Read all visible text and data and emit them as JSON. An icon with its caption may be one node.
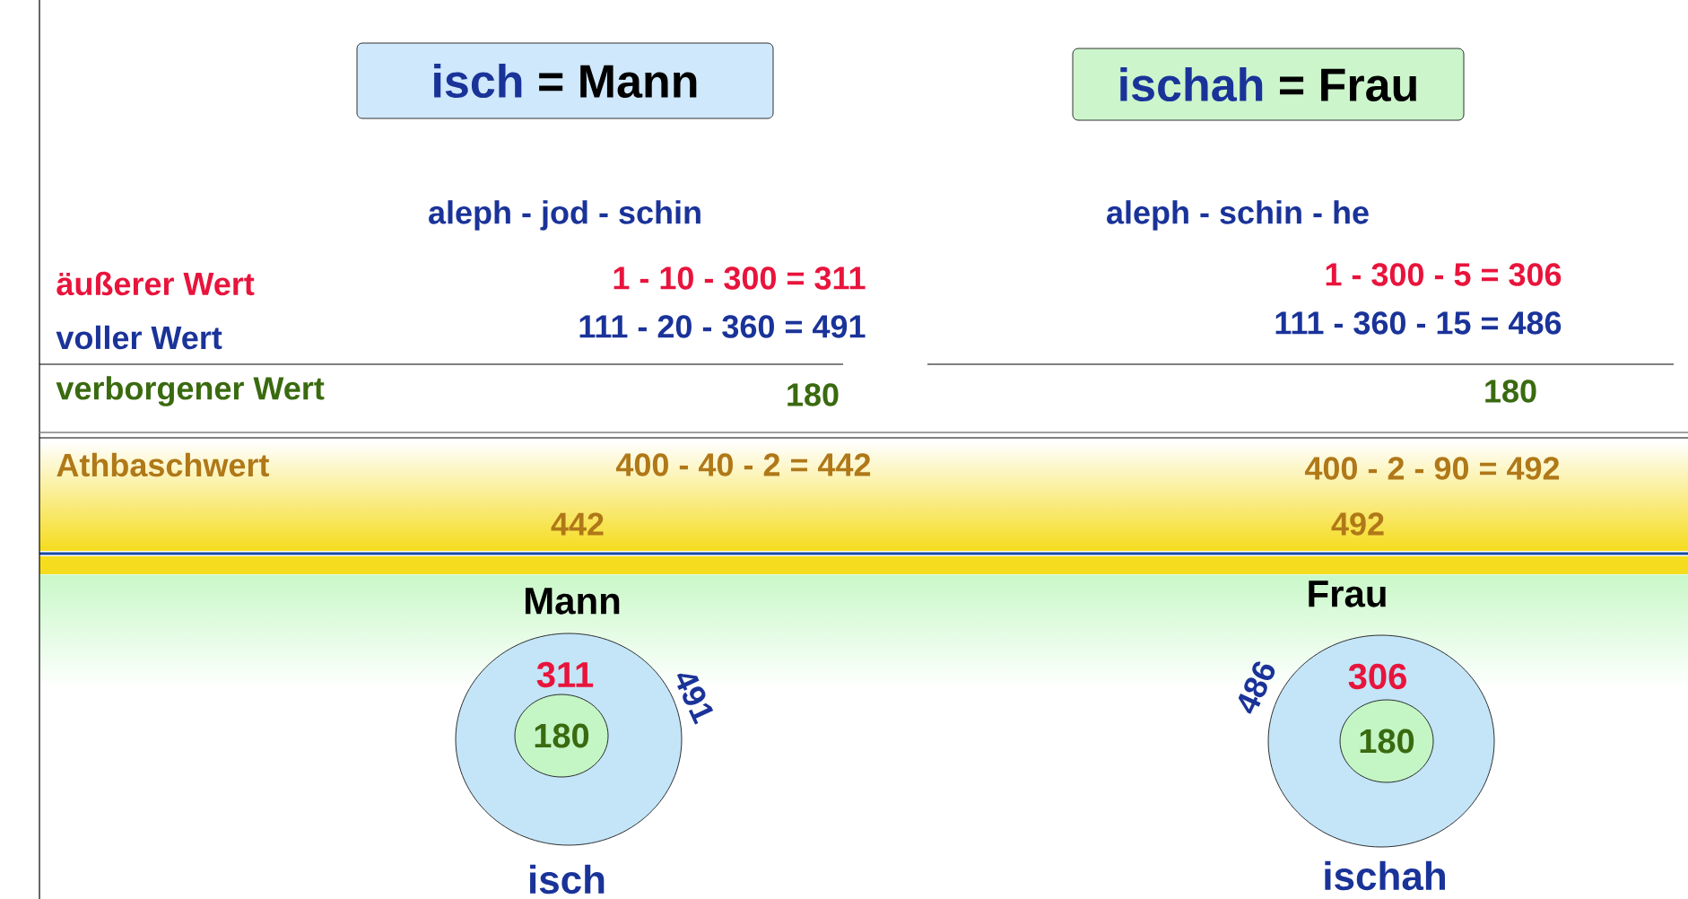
{
  "diagram": {
    "nodes": [
      {
        "text": [
          "isch",
          "= Mann"
        ]
      },
      {
        "text": [
          "ischah",
          "= Frau"
        ]
      },
      {
        "text": [
          "311"
        ],
        "beside": [
          "Mann",
          "491",
          "isch"
        ]
      },
      {
        "text": [
          "180"
        ],
        "in": 2
      },
      {
        "text": [
          "306"
        ],
        "beside": [
          "Frau",
          "486",
          "ischah"
        ]
      },
      {
        "text": [
          "180"
        ],
        "in": 4
      }
    ],
    "labels": [
      "aleph - jod - schin",
      "aleph - schin - he",
      "äußerer Wert",
      "1 - 10 - 300 = 311",
      "1 - 300 - 5 = 306",
      "voller Wert",
      "111 - 20 - 360 = 491",
      "111 - 360 - 15 = 486",
      "verborgener Wert",
      "180",
      "180",
      "Athbaschwert",
      "400 - 40 - 2 = 442",
      "400 - 2 - 90 = 492",
      "442",
      "492"
    ]
  }
}
